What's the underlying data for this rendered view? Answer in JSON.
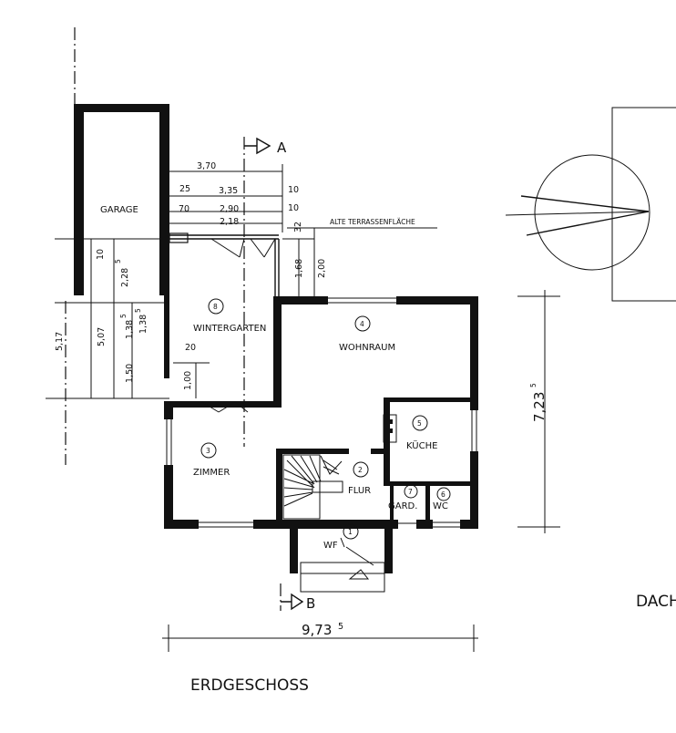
{
  "rooms": {
    "garage": "GARAGE",
    "wintergarten": "WINTERGARTEN",
    "wohnraum": "WOHNRAUM",
    "kueche": "KÜCHE",
    "zimmer": "ZIMMER",
    "flur": "FLUR",
    "gard": "GARD.",
    "wc": "WC",
    "wf": "WF"
  },
  "room_numbers": {
    "flur_wf": "1",
    "flur": "2",
    "zimmer": "3",
    "wohnraum": "4",
    "kueche": "5",
    "wc": "6",
    "gard": "7",
    "wintergarten": "8"
  },
  "section_marks": {
    "a": "A",
    "b": "B"
  },
  "annotation": "ALTE TERRASSENFLÄCHE",
  "dimensions": {
    "d370": "3,70",
    "d25": "25",
    "d335": "3,35",
    "d10a": "10",
    "d70": "70",
    "d290": "2,90",
    "d10b": "10",
    "d218": "2,18",
    "d32": "32",
    "d10c": "10",
    "d228": "2,28",
    "d228_sup": "5",
    "d168": "1,68",
    "d200": "2,00",
    "d517": "5,17",
    "d507": "5,07",
    "d1385": "1,38",
    "d1385_sup": "5",
    "d1385b": "1,38",
    "d1385b_sup": "5",
    "d150": "1,50",
    "d20": "20",
    "d100": "1,00",
    "d7235": "7,23",
    "d7235_sup": "5",
    "d9735": "9,73",
    "d9735_sup": "5"
  },
  "titles": {
    "floor": "ERDGESCHOSS",
    "dach": "DACH"
  }
}
